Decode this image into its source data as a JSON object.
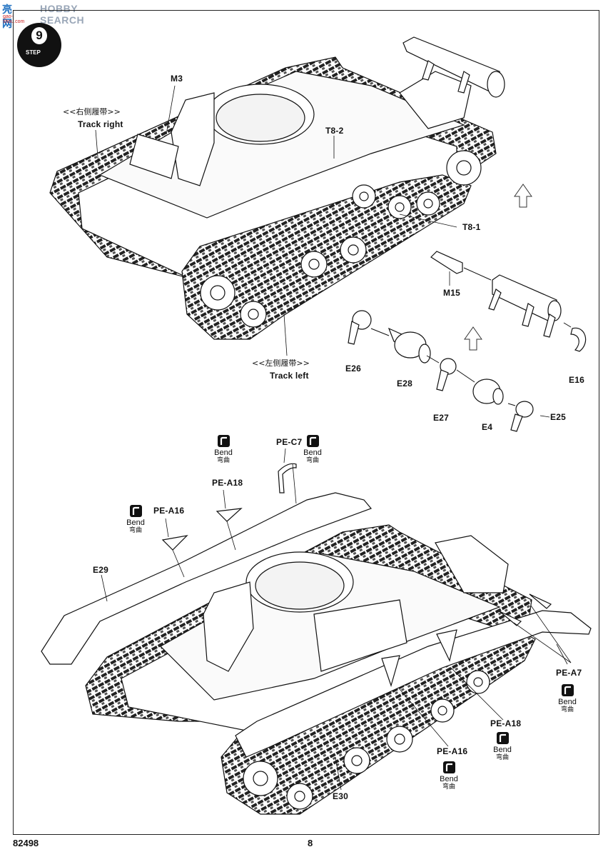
{
  "watermark": {
    "logo": "亮网",
    "title": "HOBBY SEARCH",
    "url": "gao-shou.com"
  },
  "step": {
    "number": "9",
    "word": "STEP"
  },
  "upper": {
    "labels": {
      "m3": "M3",
      "track_right_cn": "<<右侧履带>>",
      "track_right": "Track right",
      "t8_2": "T8-2",
      "t8_1": "T8-1",
      "track_left_cn": "<<左侧履带>>",
      "track_left": "Track left",
      "m15": "M15",
      "e16": "E16",
      "e26": "E26",
      "e28": "E28",
      "e27": "E27",
      "e4": "E4",
      "e25": "E25"
    }
  },
  "lower": {
    "labels": {
      "pe_c7": "PE-C7",
      "pe_a18_top": "PE-A18",
      "pe_a16_top": "PE-A16",
      "e29": "E29",
      "pe_a7": "PE-A7",
      "pe_a18_bottom": "PE-A18",
      "pe_a16_bottom": "PE-A16",
      "e30": "E30"
    },
    "bend": {
      "en": "Bend",
      "cn": "弯曲"
    }
  },
  "footer": {
    "kit_number": "82498",
    "page_number": "8"
  }
}
